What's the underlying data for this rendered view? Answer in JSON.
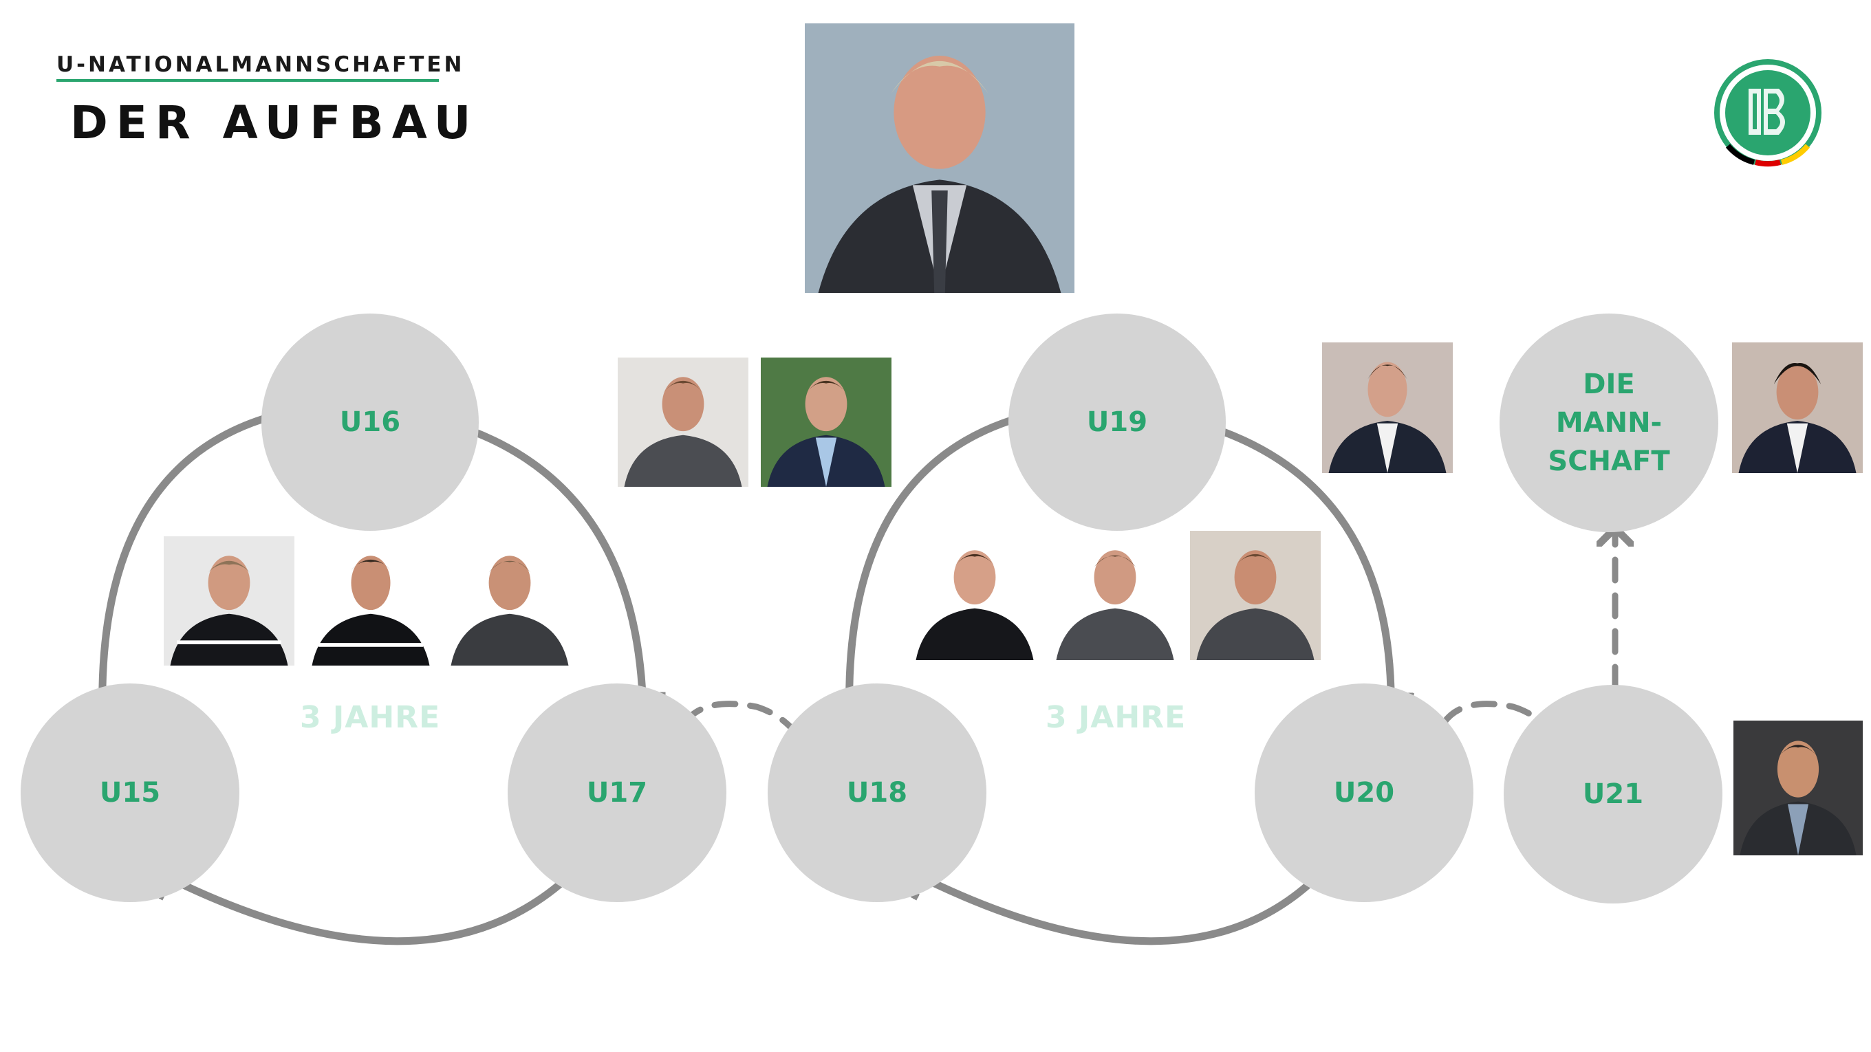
{
  "header": {
    "subtitle": "U-NATIONALMANNSCHAFTEN",
    "title": "DER AUFBAU"
  },
  "logo": {
    "icon": "dfb-logo-icon",
    "colors": [
      "#2aa56f",
      "#000000",
      "#dd0000",
      "#ffcc00"
    ]
  },
  "teams": {
    "u15": "U15",
    "u16": "U16",
    "u17": "U17",
    "u18": "U18",
    "u19": "U19",
    "u20": "U20",
    "u21": "U21",
    "die_mannschaft": [
      "DIE",
      "MANN-",
      "SCHAFT"
    ]
  },
  "cycle_labels": [
    "3 JAHRE",
    "3 JAHRE"
  ],
  "colors": {
    "accent": "#2aa56f",
    "circle": "#d4d4d4",
    "arrow": "#8a8a8a",
    "years": "#cdeee0"
  }
}
